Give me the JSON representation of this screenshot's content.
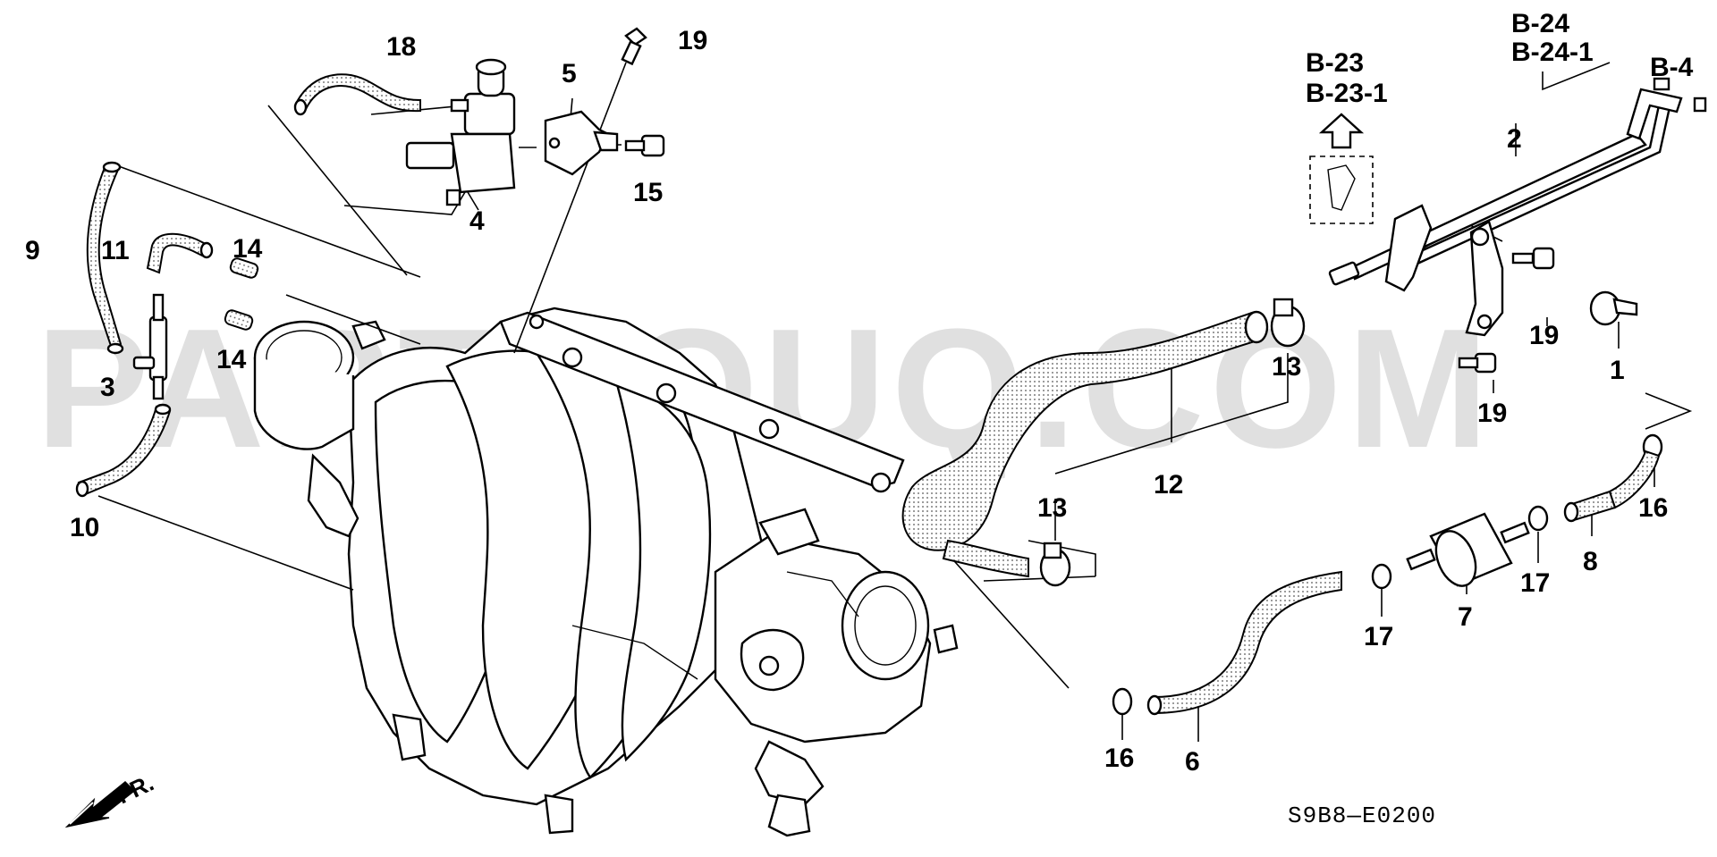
{
  "part_numbers": {
    "p1": "1",
    "p2": "2",
    "p3": "3",
    "p4": "4",
    "p5": "5",
    "p6": "6",
    "p7": "7",
    "p8": "8",
    "p9": "9",
    "p10": "10",
    "p11": "11",
    "p12": "12",
    "p13a": "13",
    "p13b": "13",
    "p14a": "14",
    "p14b": "14",
    "p15": "15",
    "p16a": "16",
    "p16b": "16",
    "p17a": "17",
    "p17b": "17",
    "p18": "18",
    "p19a": "19",
    "p19b": "19",
    "p19c": "19"
  },
  "references": {
    "b23": "B-23",
    "b23_1": "B-23-1",
    "b24": "B-24",
    "b24_1": "B-24-1",
    "b4": "B-4"
  },
  "diagram_code": "S9B8—E0200",
  "direction_label": "FR.",
  "watermark": "PARTSOUQ.COM"
}
